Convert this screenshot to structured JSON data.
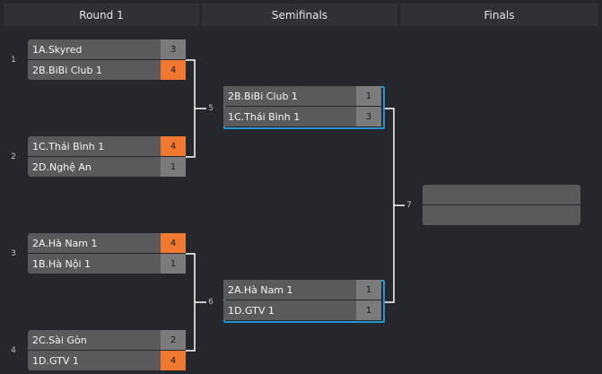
{
  "rounds": [
    "Round 1",
    "Semifinals",
    "Finals"
  ],
  "matches": [
    {
      "num": "1",
      "teams": [
        {
          "name": "1A.Skyred",
          "score": "3",
          "win": false
        },
        {
          "name": "2B.BiBi Club 1",
          "score": "4",
          "win": true
        }
      ]
    },
    {
      "num": "2",
      "teams": [
        {
          "name": "1C.Thái Bình 1",
          "score": "4",
          "win": true
        },
        {
          "name": "2D.Nghệ An",
          "score": "1",
          "win": false
        }
      ]
    },
    {
      "num": "3",
      "teams": [
        {
          "name": "2A.Hà Nam 1",
          "score": "4",
          "win": true
        },
        {
          "name": "1B.Hà Nội 1",
          "score": "1",
          "win": false
        }
      ]
    },
    {
      "num": "4",
      "teams": [
        {
          "name": "2C.Sài Gòn",
          "score": "2",
          "win": false
        },
        {
          "name": "1D.GTV 1",
          "score": "4",
          "win": true
        }
      ]
    },
    {
      "num": "5",
      "teams": [
        {
          "name": "2B.BiBi Club 1",
          "score": "1",
          "win": false
        },
        {
          "name": "1C.Thái Bình 1",
          "score": "3",
          "win": false
        }
      ]
    },
    {
      "num": "6",
      "teams": [
        {
          "name": "2A.Hà Nam 1",
          "score": "1",
          "win": false
        },
        {
          "name": "1D.GTV 1",
          "score": "1",
          "win": false
        }
      ]
    },
    {
      "num": "7",
      "teams": []
    }
  ],
  "colors": {
    "winner": "#f07830",
    "highlight": "#2196d3",
    "background": "#25272c"
  }
}
